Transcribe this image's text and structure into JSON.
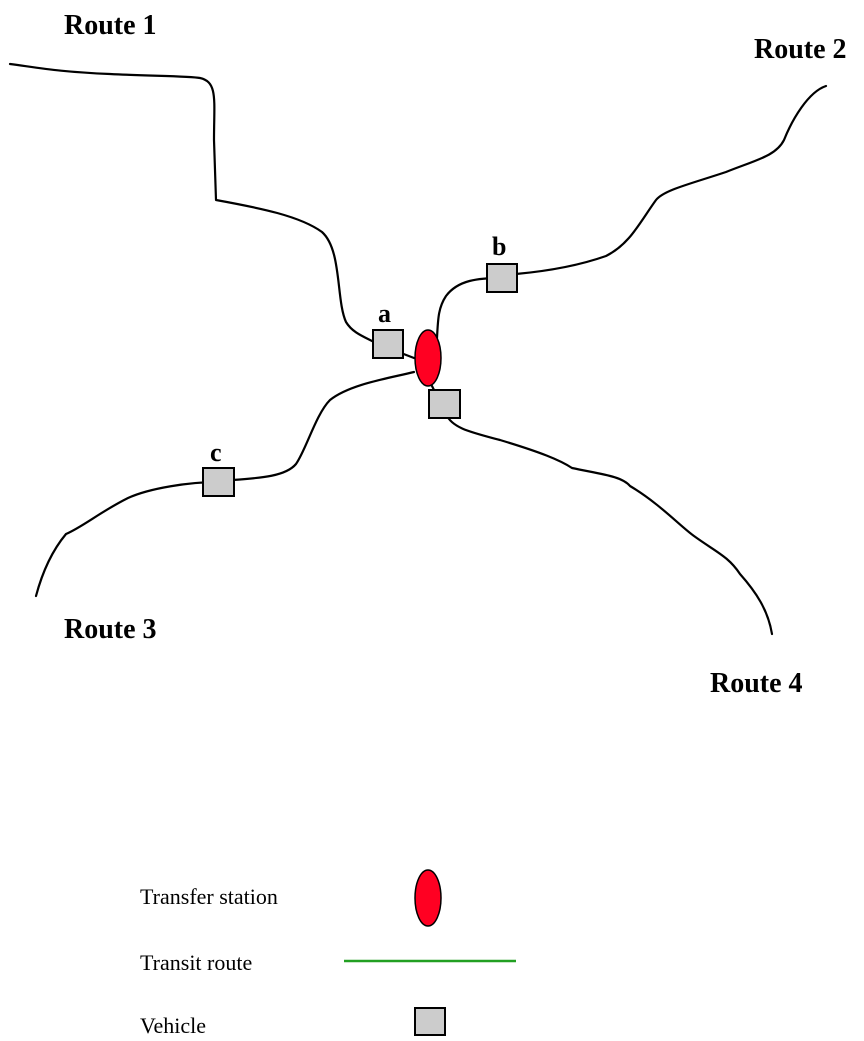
{
  "colors": {
    "station_fill": "#ff0022",
    "vehicle_fill": "#cccccc",
    "route_line": "#000000",
    "legend_route_line": "#22a022"
  },
  "routes": [
    {
      "label": "Route 1"
    },
    {
      "label": "Route 2"
    },
    {
      "label": "Route 3"
    },
    {
      "label": "Route 4"
    }
  ],
  "vehicles": [
    {
      "label": "a"
    },
    {
      "label": "b"
    },
    {
      "label": "c"
    },
    {
      "label": ""
    }
  ],
  "legend": {
    "station_label": "Transfer station",
    "route_label": "Transit route",
    "vehicle_label": "Vehicle"
  }
}
